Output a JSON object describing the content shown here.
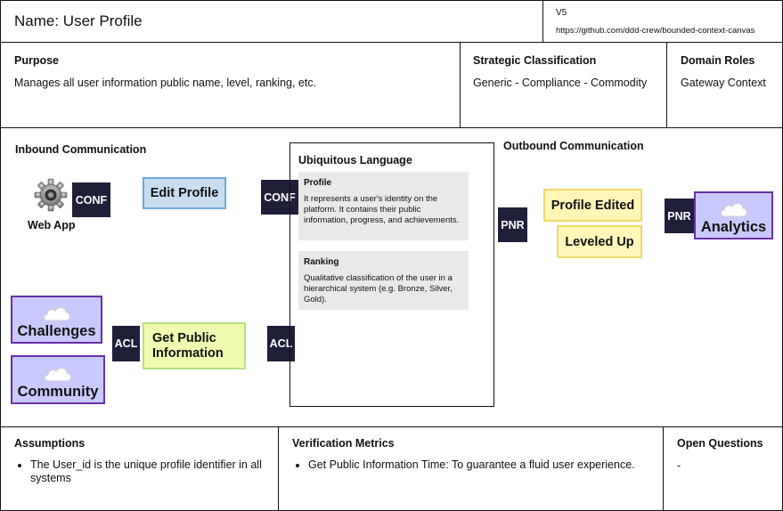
{
  "header": {
    "name": "Name: User Profile",
    "version": "V5",
    "url": "https://github.com/ddd-crew/bounded-context-canvas"
  },
  "purpose": {
    "heading": "Purpose",
    "text": "Manages all user information public name, level, ranking, etc."
  },
  "strategic": {
    "heading": "Strategic Classification",
    "text": "Generic - Compliance - Commodity"
  },
  "domain_roles": {
    "heading": "Domain Roles",
    "text": "Gateway Context"
  },
  "inbound": {
    "heading": "Inbound Communication",
    "web_app": "Web App",
    "conf_left": "CONF",
    "edit_profile": "Edit Profile",
    "conf_right": "CONF",
    "challenges": "Challenges",
    "community": "Community",
    "acl_left": "ACL",
    "get_public_line1": "Get Public",
    "get_public_line2": "Information",
    "acl_right": "ACL"
  },
  "ubiquitous": {
    "heading": "Ubiquitous Language",
    "terms": [
      {
        "title": "Profile",
        "desc": "It represents a user's identity on the platform. It contains their public information, progress, and achievements."
      },
      {
        "title": "Ranking",
        "desc": "Qualitative classification of the user in a hierarchical system (e.g. Bronze, Silver, Gold)."
      }
    ]
  },
  "outbound": {
    "heading": "Outbound Communication",
    "pnr_left": "PNR",
    "profile_edited": "Profile Edited",
    "leveled_up": "Leveled Up",
    "pnr_right": "PNR",
    "analytics": "Analytics"
  },
  "assumptions": {
    "heading": "Assumptions",
    "items": [
      "The User_id is the unique profile identifier in all systems"
    ]
  },
  "verification": {
    "heading": "Verification Metrics",
    "items": [
      "Get Public Information Time: To guarantee a fluid user experience."
    ]
  },
  "open_questions": {
    "heading": "Open Questions",
    "text": "-"
  },
  "colors": {
    "badge": "#1f1f3a",
    "system_fill": "#c9c9ff",
    "system_border": "#6a2fa6",
    "event_fill": "#fef7b8",
    "query_fill": "#f0fbb0",
    "command_fill": "#c9ddf1"
  },
  "icons": [
    "gear-icon",
    "cloud-icon"
  ]
}
